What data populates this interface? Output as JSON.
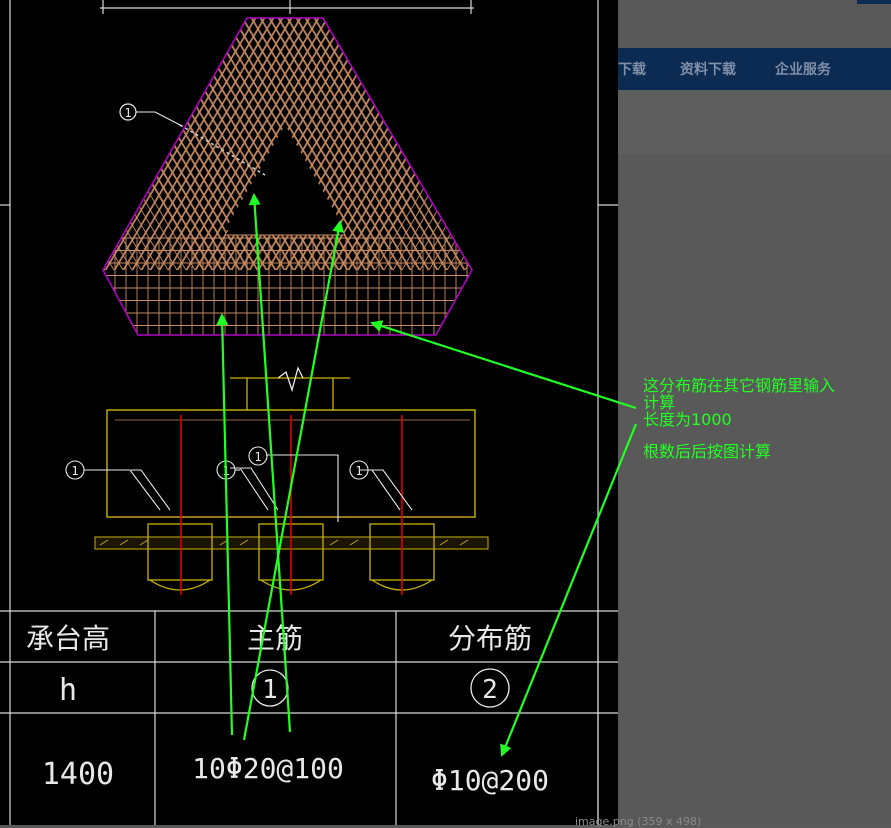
{
  "navbar": {
    "items": [
      "下载",
      "资料下载",
      "企业服务"
    ]
  },
  "drawing": {
    "callout_1": "1",
    "callout_2": "2",
    "table": {
      "headers": [
        "承台高",
        "主筋",
        "分布筋"
      ],
      "row_symbols": [
        "h",
        "1",
        "2"
      ],
      "row_values": [
        "1400",
        "10Φ20@100",
        "Φ10@200"
      ]
    }
  },
  "annotation": {
    "line1": "这分布筋在其它钢筋里输入",
    "line2": "计算",
    "line3": "长度为1000",
    "line4": "根数后后按图计算"
  },
  "image_caption": "image.png (359 x 498)",
  "colors": {
    "cad_background": "#000000",
    "mesh": "#c68a60",
    "outline": "#b000c0",
    "foundation": "#c8b400",
    "rebar_red": "#e00000",
    "annotation_green": "#22ff22",
    "navbar": "#0c2b52"
  }
}
